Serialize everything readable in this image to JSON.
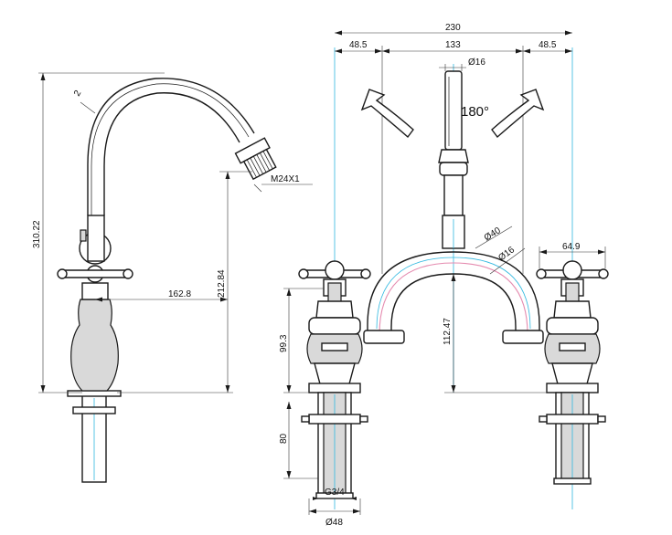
{
  "dimensions": {
    "side_total_height": "310.22",
    "side_spout_height": "212.84",
    "side_reach": "162.8",
    "side_thread": "M24X1",
    "side_radius": "2",
    "front_overall_width": "230",
    "front_left_offset": "48.5",
    "front_centers": "133",
    "front_right_offset": "48.5",
    "front_spout_diameter": "Ø16",
    "front_rotation": "180°",
    "front_bridge_diameter": "Ø40",
    "front_bridge_tube": "Ø16",
    "front_handle_width": "64.9",
    "front_body_height": "99.3",
    "front_bridge_height": "112.47",
    "front_tail_length": "80",
    "front_tail_thread": "G3/4",
    "front_tail_diameter": "Ø48"
  },
  "colors": {
    "outline": "#1a1a1a",
    "centerline": "#2fb8e0",
    "hidden_line": "#e58cb0"
  }
}
